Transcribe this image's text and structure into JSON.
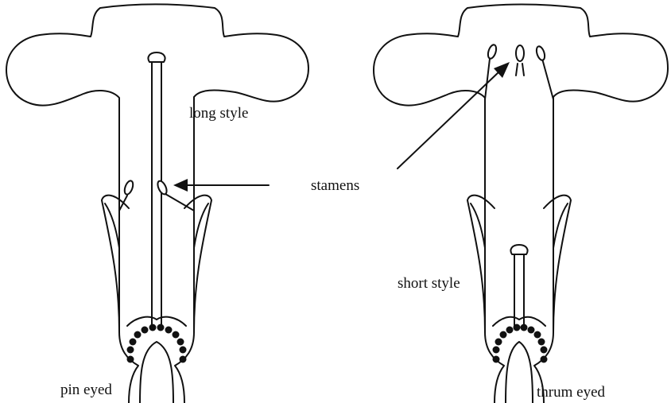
{
  "labels": {
    "long_style": "long style",
    "stamens": "stamens",
    "short_style": "short style",
    "pin_eyed": "pin eyed",
    "thrum_eyed": "thrum eyed"
  },
  "colors": {
    "ink": "#111111",
    "background": "#ffffff"
  }
}
